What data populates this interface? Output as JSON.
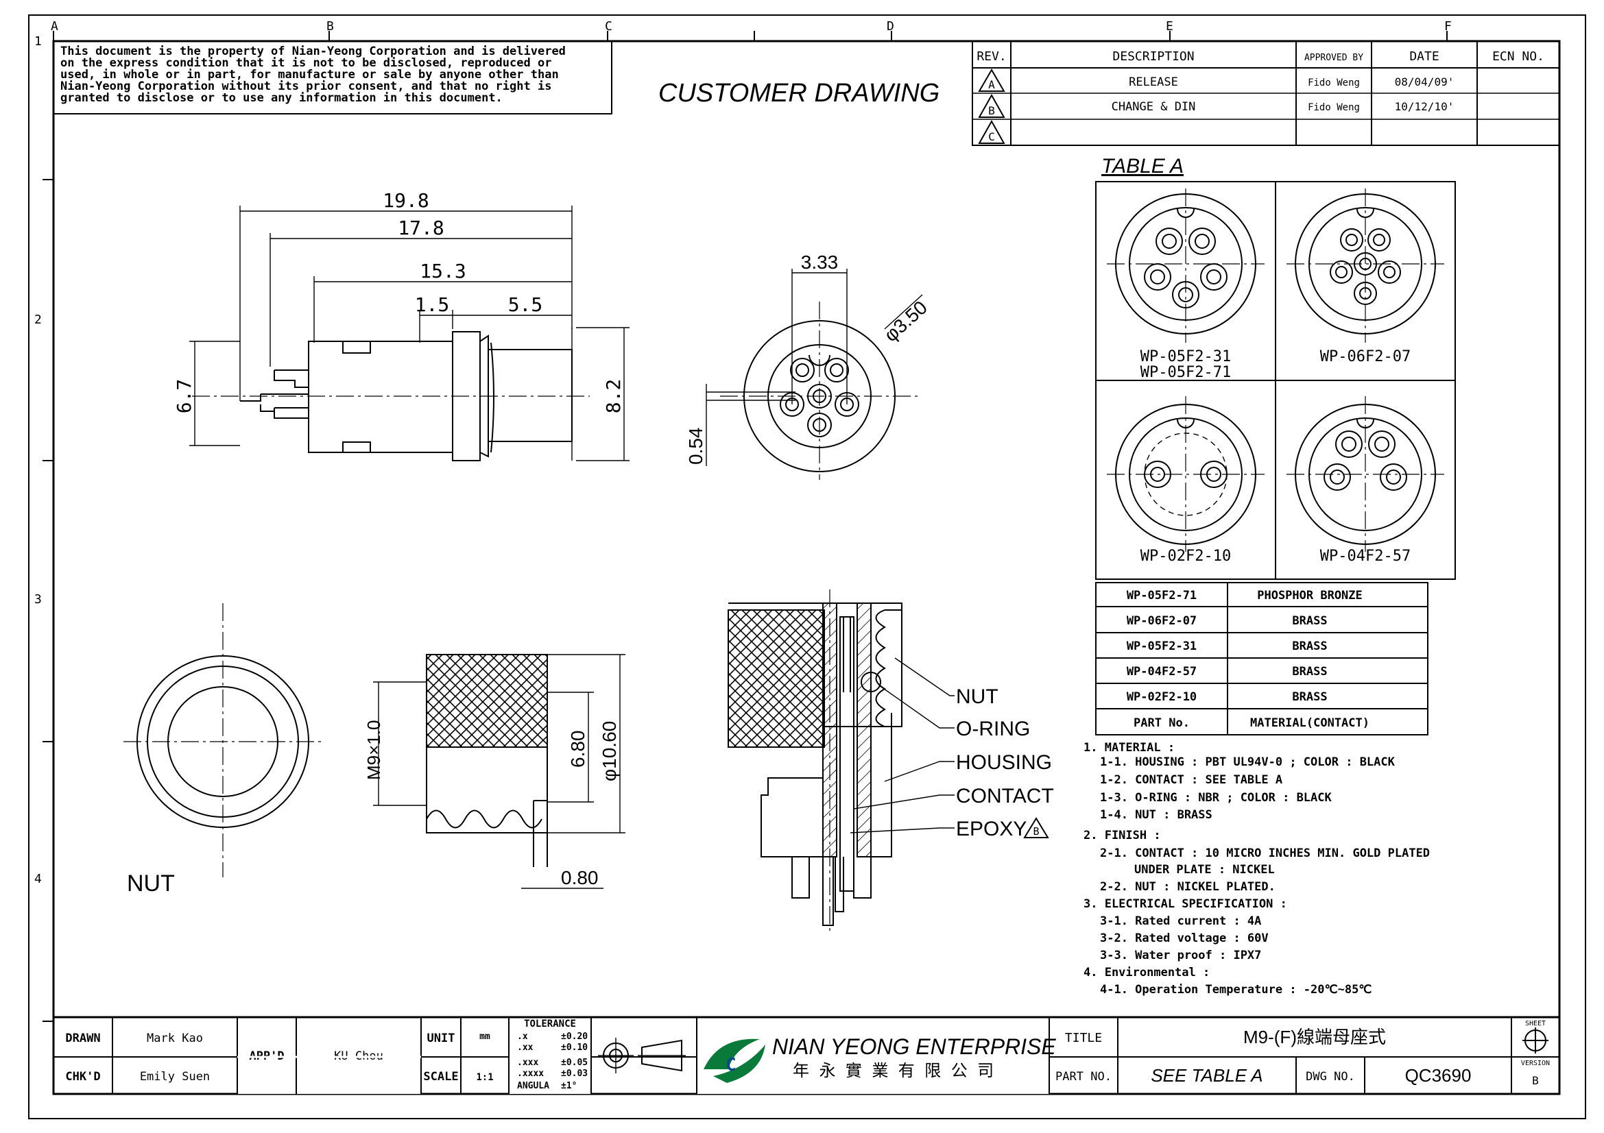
{
  "frame": {
    "col_labels": [
      "A",
      "B",
      "C",
      "D",
      "E",
      "F"
    ],
    "row_labels": [
      "1",
      "2",
      "3",
      "4"
    ]
  },
  "notice": [
    "This document is the property of Nian-Yeong Corporation and is delivered",
    "on  the  express condition that it is not to be disclosed, reproduced or",
    "used, in whole or in part, for manufacture or sale by anyone other than",
    "Nian-Yeong Corporation without  its prior consent, and that  no right  is",
    "granted to disclose or to use any information in this  document."
  ],
  "drawing_title": "CUSTOMER  DRAWING",
  "revisions": {
    "headers": [
      "REV.",
      "DESCRIPTION",
      "APPROVED BY",
      "DATE",
      "ECN NO."
    ],
    "rows": [
      {
        "rev": "A",
        "desc": "RELEASE",
        "by": "Fido Weng",
        "date": "08/04/09'",
        "ecn": ""
      },
      {
        "rev": "B",
        "desc": "CHANGE & DIN",
        "by": "Fido Weng",
        "date": "10/12/10'",
        "ecn": ""
      },
      {
        "rev": "C",
        "desc": "",
        "by": "",
        "date": "",
        "ecn": ""
      }
    ]
  },
  "table_a": {
    "title": "TABLE A",
    "cells": [
      {
        "label1": "WP-05F2-31",
        "label2": "WP-05F2-71"
      },
      {
        "label1": "WP-06F2-07",
        "label2": ""
      },
      {
        "label1": "WP-02F2-10",
        "label2": ""
      },
      {
        "label1": "WP-04F2-57",
        "label2": ""
      }
    ],
    "materials": [
      {
        "part": "WP-05F2-71",
        "material": "PHOSPHOR  BRONZE"
      },
      {
        "part": "WP-06F2-07",
        "material": "BRASS"
      },
      {
        "part": "WP-05F2-31",
        "material": "BRASS"
      },
      {
        "part": "WP-04F2-57",
        "material": "BRASS"
      },
      {
        "part": "WP-02F2-10",
        "material": "BRASS"
      }
    ],
    "footer": {
      "part": "PART  No.",
      "material": "MATERIAL(CONTACT)"
    }
  },
  "dimensions": {
    "side": [
      "19.8",
      "17.8",
      "15.3",
      "1.5",
      "5.5",
      "6.7",
      "8.2"
    ],
    "front": [
      "3.33",
      "φ3.50",
      "0.54"
    ],
    "nut": [
      "M9×1.0",
      "6.80",
      "φ10.60",
      "0.80"
    ],
    "nut_label": "NUT"
  },
  "callouts": [
    "NUT",
    "O-RING",
    "HOUSING",
    "CONTACT",
    "EPOXY"
  ],
  "callout_rev": "B",
  "notes": [
    "1.  MATERIAL :",
    "1-1.  HOUSING : PBT UL94V-0 ; COLOR : BLACK",
    "1-2.  CONTACT : SEE TABLE A",
    "1-3.  O-RING : NBR ; COLOR : BLACK",
    "1-4.  NUT : BRASS",
    "2.  FINISH :",
    "2-1.  CONTACT : 10 MICRO INCHES MIN. GOLD PLATED",
    "UNDER PLATE : NICKEL",
    "2-2.  NUT : NICKEL PLATED.",
    "3.  ELECTRICAL  SPECIFICATION :",
    "3-1.  Rated current : 4A",
    "3-2.  Rated voltage : 60V",
    "3-3.  Water proof : IPX7",
    "4.  Environmental :",
    "4-1.  Operation Temperature : -20℃~85℃"
  ],
  "title_block": {
    "drawn_label": "DRAWN",
    "drawn_by": "Mark Kao",
    "chkd_label": "CHK'D",
    "chkd_by": "Emily Suen",
    "appd_label": "APP'D",
    "appd_by": "KU Chou",
    "unit_label": "UNIT",
    "unit": "mm",
    "scale_label": "SCALE",
    "scale": "1:1",
    "tol_title": "TOLERANCE",
    "tol_rows": [
      [
        ".x",
        "±0.20"
      ],
      [
        ".xx",
        "±0.10"
      ],
      [
        ".xxx",
        "±0.05"
      ],
      [
        ".xxxx",
        "±0.03"
      ],
      [
        "ANGULA",
        "±1°"
      ]
    ],
    "company_en": "NIAN YEONG ENTERPRISE",
    "company_zh": "年 永 實 業 有 限 公 司",
    "title_label": "TITLE",
    "title": "M9-(F)線端母座式",
    "part_label": "PART NO.",
    "part_no": "SEE  TABLE  A",
    "dwg_label": "DWG NO.",
    "dwg_no": "QC3690",
    "sheet_label": "SHEET",
    "version_label": "VERSION",
    "version": "B"
  }
}
